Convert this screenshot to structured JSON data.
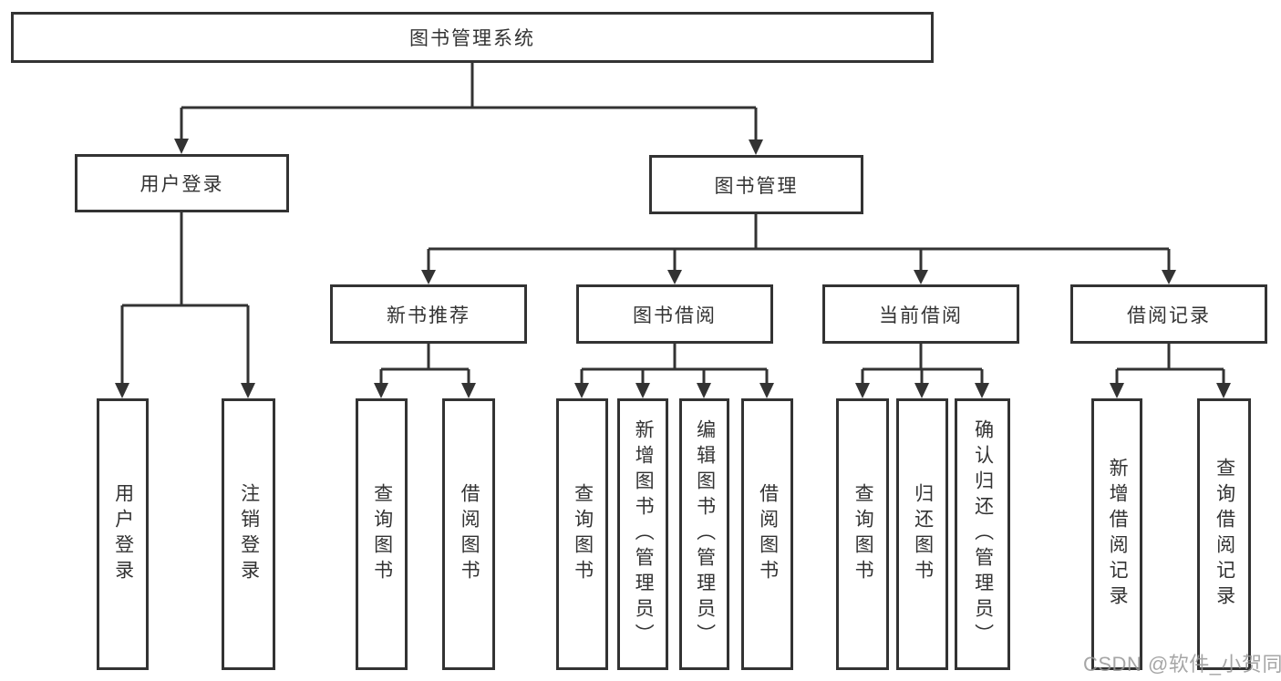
{
  "diagram": {
    "type": "hierarchy-tree",
    "root": {
      "label": "图书管理系统"
    },
    "branches": [
      {
        "label": "用户登录",
        "children": [
          {
            "label": "用户登录"
          },
          {
            "label": "注销登录"
          }
        ]
      },
      {
        "label": "图书管理",
        "children": [
          {
            "label": "新书推荐",
            "children": [
              {
                "label": "查询图书"
              },
              {
                "label": "借阅图书"
              }
            ]
          },
          {
            "label": "图书借阅",
            "children": [
              {
                "label": "查询图书"
              },
              {
                "label": "新增图书（管理员）"
              },
              {
                "label": "编辑图书（管理员）"
              },
              {
                "label": "借阅图书"
              }
            ]
          },
          {
            "label": "当前借阅",
            "children": [
              {
                "label": "查询图书"
              },
              {
                "label": "归还图书"
              },
              {
                "label": "确认归还（管理员）"
              }
            ]
          },
          {
            "label": "借阅记录",
            "children": [
              {
                "label": "新增借阅记录"
              },
              {
                "label": "查询借阅记录"
              }
            ]
          }
        ]
      }
    ]
  },
  "watermark": {
    "text": "CSDN @软件_小贺同学",
    "color": "#969696"
  },
  "colors": {
    "line": "#333333",
    "text": "#333333",
    "box_background": "#ffffff",
    "page_background": "#ffffff"
  }
}
